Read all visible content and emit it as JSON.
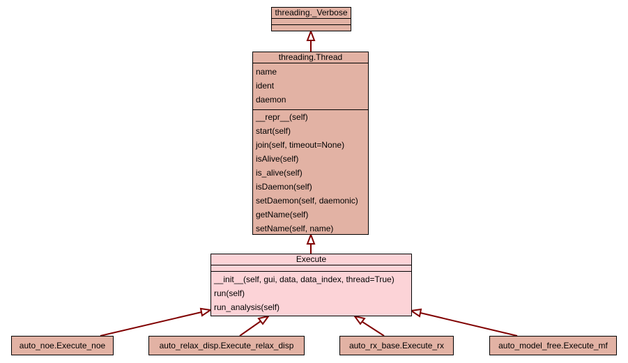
{
  "verbose_class": {
    "name": "threading._Verbose"
  },
  "thread_class": {
    "name": "threading.Thread",
    "attributes": [
      "name",
      "ident",
      "daemon"
    ],
    "methods": [
      "__repr__(self)",
      "start(self)",
      "join(self, timeout=None)",
      "isAlive(self)",
      "is_alive(self)",
      "isDaemon(self)",
      "setDaemon(self, daemonic)",
      "getName(self)",
      "setName(self, name)"
    ]
  },
  "execute_class": {
    "name": "Execute",
    "methods": [
      "__init__(self, gui, data, data_index, thread=True)",
      "run(self)",
      "run_analysis(self)"
    ]
  },
  "subclasses": [
    "auto_noe.Execute_noe",
    "auto_relax_disp.Execute_relax_disp",
    "auto_rx_base.Execute_rx",
    "auto_model_free.Execute_mf"
  ],
  "colors": {
    "edge": "#800000",
    "base_fill": "#e2b2a4",
    "main_fill": "#fcd3d7"
  }
}
